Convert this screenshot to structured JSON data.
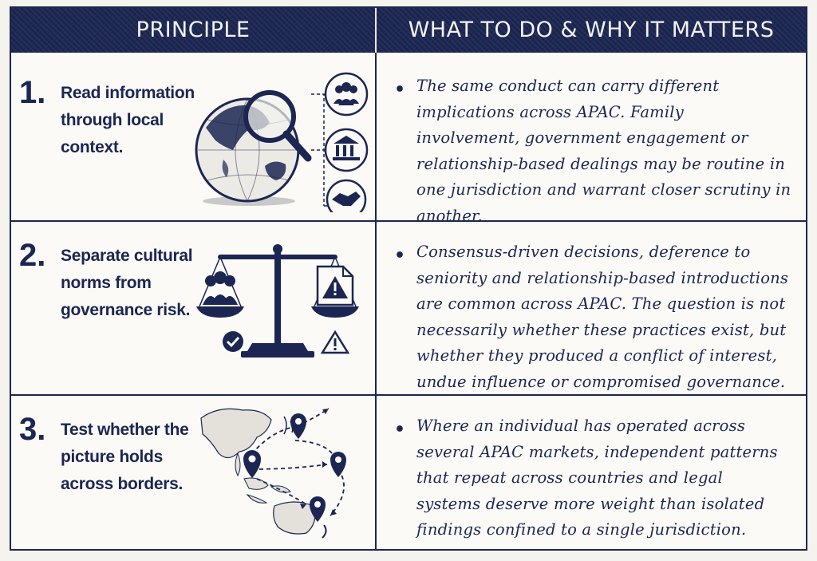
{
  "header": {
    "principle_label": "PRINCIPLE",
    "what_label": "WHAT TO DO & WHY IT MATTERS"
  },
  "rows": [
    {
      "number": "1.",
      "principle": "Read information through local context.",
      "description": "The same conduct can carry different implications across APAC. Family involvement, government engagement or relationship-based dealings may be routine in one jurisdiction and warrant closer scrutiny in another.",
      "icons": [
        "globe-icon",
        "magnifier-icon",
        "people-icon",
        "government-building-icon",
        "handshake-icon"
      ]
    },
    {
      "number": "2.",
      "principle": "Separate cultural norms from governance risk.",
      "description": "Consensus-driven decisions, deference to seniority and relationship-based introductions are common across APAC. The question is not necessarily whether these practices exist, but whether they produced a conflict of interest, undue influence or compromised governance.",
      "icons": [
        "balance-scale-icon",
        "people-icon",
        "warning-document-icon",
        "check-icon",
        "warning-icon"
      ]
    },
    {
      "number": "3.",
      "principle": "Test whether the picture holds across borders.",
      "description": "Where an individual has operated across several APAC markets, independent patterns that repeat across countries and legal systems deserve more weight than isolated findings confined to a single jurisdiction.",
      "icons": [
        "asia-pacific-map-icon",
        "location-pin-icon"
      ]
    }
  ],
  "colors": {
    "navy": "#1b2652",
    "background": "#fbfaf6"
  }
}
